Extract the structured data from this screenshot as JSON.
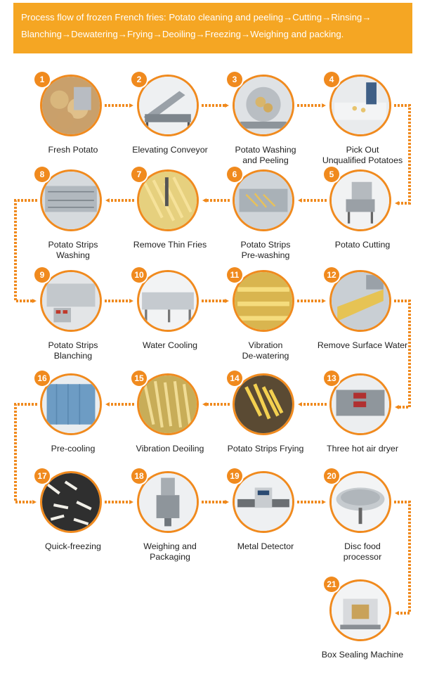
{
  "header": {
    "line1": "Process flow of frozen French fries:  Potato cleaning and peeling→Cutting→Rinsing→",
    "line2": "Blanching→Dewatering→Frying→Deoiling→Freezing→Weighing and packing."
  },
  "colors": {
    "banner": "#f5a623",
    "accent": "#f08a1e",
    "text": "#222222"
  },
  "steps": [
    {
      "num": "1",
      "label": "Fresh Potato"
    },
    {
      "num": "2",
      "label": "Elevating Conveyor"
    },
    {
      "num": "3",
      "label": "Potato Washing\nand Peeling"
    },
    {
      "num": "4",
      "label": "Pick Out\nUnqualified Potatoes"
    },
    {
      "num": "5",
      "label": "Potato Cutting"
    },
    {
      "num": "6",
      "label": "Potato Strips\nPre-washing"
    },
    {
      "num": "7",
      "label": "Remove Thin Fries"
    },
    {
      "num": "8",
      "label": "Potato Strips\nWashing"
    },
    {
      "num": "9",
      "label": "Potato Strips\nBlanching"
    },
    {
      "num": "10",
      "label": "Water Cooling"
    },
    {
      "num": "11",
      "label": "Vibration\nDe-watering"
    },
    {
      "num": "12",
      "label": "Remove Surface Water"
    },
    {
      "num": "13",
      "label": "Three hot air dryer"
    },
    {
      "num": "14",
      "label": "Potato Strips Frying"
    },
    {
      "num": "15",
      "label": "Vibration Deoiling"
    },
    {
      "num": "16",
      "label": "Pre-cooling"
    },
    {
      "num": "17",
      "label": "Quick-freezing"
    },
    {
      "num": "18",
      "label": "Weighing and\nPackaging"
    },
    {
      "num": "19",
      "label": "Metal Detector"
    },
    {
      "num": "20",
      "label": "Disc food\nprocessor"
    },
    {
      "num": "21",
      "label": "Box Sealing Machine"
    }
  ]
}
